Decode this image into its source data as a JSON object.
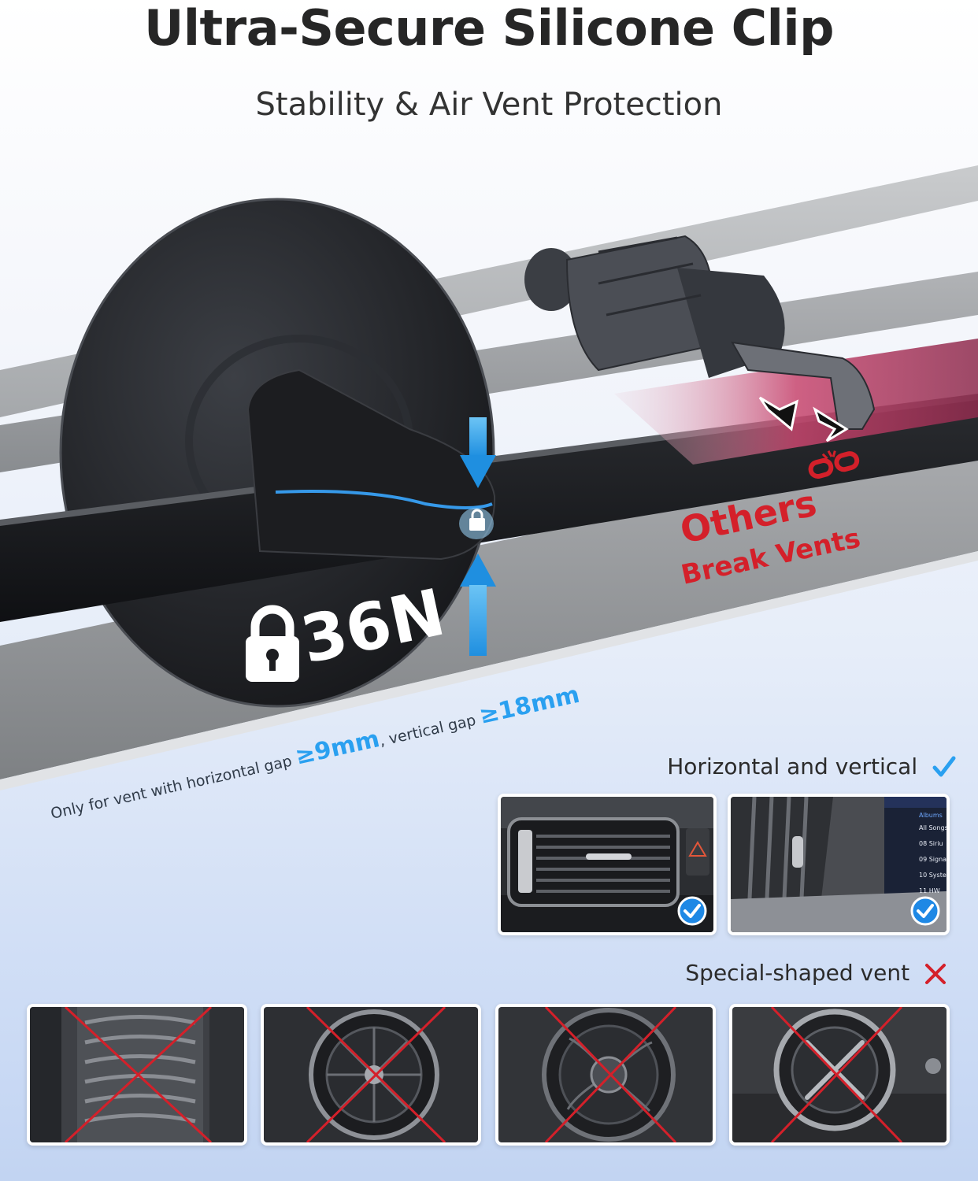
{
  "header": {
    "title": "Ultra-Secure Silicone Clip",
    "subtitle": "Stability & Air Vent Protection"
  },
  "illustration": {
    "force_value": "36N",
    "others_label": "Others",
    "break_vents_label": "Break Vents",
    "gap_note": {
      "prefix": "Only for vent with horizontal gap ",
      "horizontal_gap": "≥9mm",
      "middle": ", vertical gap ",
      "vertical_gap": "≥18mm"
    }
  },
  "compatible": {
    "label": "Horizontal and vertical",
    "status_icon": "checkmark-icon",
    "photos": [
      {
        "icon": "check-badge-icon"
      },
      {
        "icon": "check-badge-icon",
        "screen_items": [
          "Albums",
          "All Songs",
          "08 Siriu",
          "09 Signa",
          "10 Syste",
          "11 HW"
        ]
      }
    ]
  },
  "incompatible": {
    "label": "Special-shaped vent",
    "status_icon": "cross-icon",
    "photos": [
      {
        "icon": "red-cross-overlay"
      },
      {
        "icon": "red-cross-overlay"
      },
      {
        "icon": "red-cross-overlay"
      },
      {
        "icon": "red-cross-overlay"
      }
    ]
  },
  "colors": {
    "accent_blue": "#2aa0f0",
    "warning_red": "#d4202a",
    "check_blue": "#1e88e5"
  }
}
